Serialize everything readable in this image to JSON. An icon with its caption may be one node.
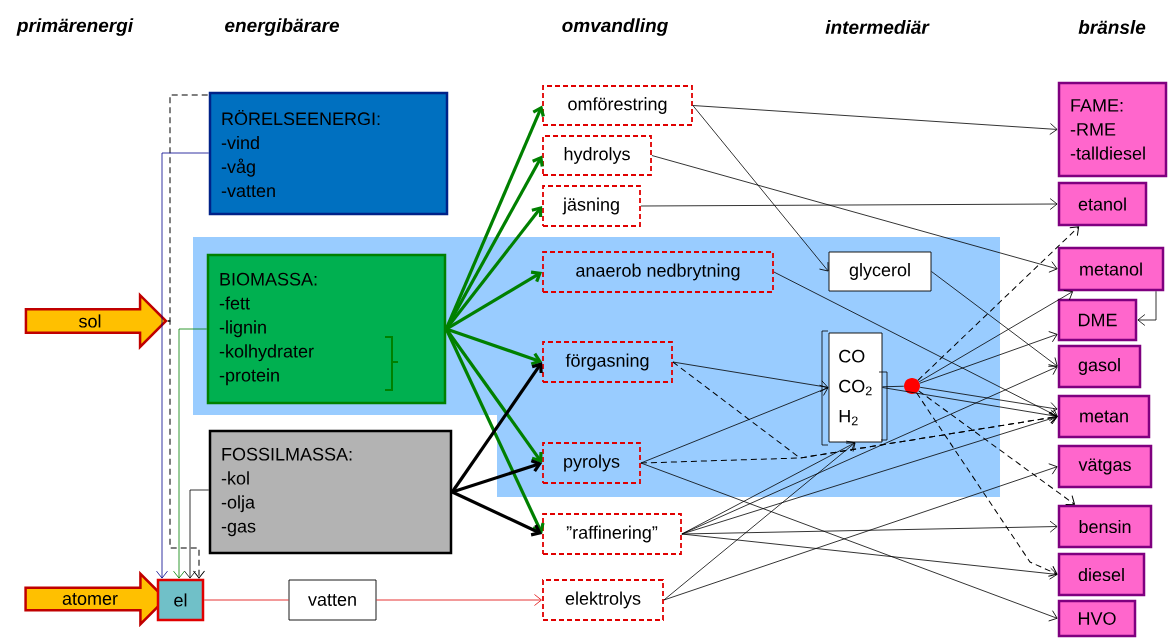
{
  "diagram": {
    "nodes": [
      {
        "text": [
          "sol"
        ]
      },
      {
        "text": [
          "atomer"
        ]
      },
      {
        "text": [
          "RÖRELSEENERGI:",
          "-vind",
          "-våg",
          "-vatten"
        ]
      },
      {
        "text": [
          "BIOMASSA:",
          "-fett",
          "-lignin",
          "-kolhydrater",
          "-protein"
        ]
      },
      {
        "text": [
          "FOSSILMASSA:",
          "-kol",
          "-olja",
          "-gas"
        ]
      },
      {
        "text": [
          "el"
        ]
      },
      {
        "text": [
          "vatten"
        ]
      },
      {
        "text": [
          "omförestring"
        ]
      },
      {
        "text": [
          "hydrolys"
        ]
      },
      {
        "text": [
          "jäsning"
        ]
      },
      {
        "text": [
          "anaerob nedbrytning"
        ]
      },
      {
        "text": [
          "förgasning"
        ]
      },
      {
        "text": [
          "pyrolys"
        ]
      },
      {
        "text": [
          "”raffinering”"
        ]
      },
      {
        "text": [
          "elektrolys"
        ]
      },
      {
        "text": [
          "glycerol"
        ]
      },
      {
        "text": [
          "CO",
          "CO$_{2}$",
          "H$_{2}$"
        ]
      },
      {
        "text": [],
        "shape": "circle"
      },
      {
        "text": [
          "FAME:",
          "-RME",
          "-talldiesel"
        ]
      },
      {
        "text": [
          "etanol"
        ]
      },
      {
        "text": [
          "metanol"
        ]
      },
      {
        "text": [
          "DME"
        ]
      },
      {
        "text": [
          "gasol"
        ]
      },
      {
        "text": [
          "metan"
        ]
      },
      {
        "text": [
          "vätgas"
        ]
      },
      {
        "text": [
          "bensin"
        ]
      },
      {
        "text": [
          "diesel"
        ]
      },
      {
        "text": [
          "HVO"
        ]
      }
    ],
    "edges": [
      {
        "from": 0,
        "to": 2,
        "arrow": "none",
        "style": "dashed"
      },
      {
        "from": 0,
        "to": 5,
        "arrow": "to",
        "style": "dashed"
      },
      {
        "from": 2,
        "to": 5,
        "arrow": "to",
        "color": "#00008b"
      },
      {
        "from": 3,
        "to": 5,
        "arrow": "to",
        "color": "#008000"
      },
      {
        "from": 4,
        "to": 5,
        "arrow": "to"
      },
      {
        "from": 5,
        "to": 6,
        "arrow": "none",
        "color": "#e00000"
      },
      {
        "from": 6,
        "to": 14,
        "arrow": "to",
        "color": "#e00000"
      },
      {
        "from": 3,
        "to": 7,
        "arrow": "to",
        "style": "thick",
        "color": "#008000"
      },
      {
        "from": 3,
        "to": 8,
        "arrow": "to",
        "style": "thick",
        "color": "#008000"
      },
      {
        "from": 3,
        "to": 9,
        "arrow": "to",
        "style": "thick",
        "color": "#008000"
      },
      {
        "from": 3,
        "to": 10,
        "arrow": "to",
        "style": "thick",
        "color": "#008000"
      },
      {
        "from": 3,
        "to": 11,
        "arrow": "to",
        "style": "thick",
        "color": "#008000"
      },
      {
        "from": 3,
        "to": 12,
        "arrow": "to",
        "style": "thick",
        "color": "#008000"
      },
      {
        "from": 3,
        "to": 13,
        "arrow": "to",
        "style": "thick",
        "color": "#008000"
      },
      {
        "from": 4,
        "to": 11,
        "arrow": "to",
        "style": "thick"
      },
      {
        "from": 4,
        "to": 12,
        "arrow": "to",
        "style": "thick"
      },
      {
        "from": 4,
        "to": 13,
        "arrow": "to",
        "style": "thick"
      },
      {
        "from": 7,
        "to": 18,
        "arrow": "to"
      },
      {
        "from": 7,
        "to": 15,
        "arrow": "to"
      },
      {
        "from": 8,
        "to": 20,
        "arrow": "to"
      },
      {
        "from": 9,
        "to": 19,
        "arrow": "to"
      },
      {
        "from": 10,
        "to": 23,
        "arrow": "to"
      },
      {
        "from": 15,
        "to": 22,
        "arrow": "to"
      },
      {
        "from": 11,
        "to": 16,
        "arrow": "to"
      },
      {
        "from": 11,
        "to": 23,
        "arrow": "to",
        "style": "dashed"
      },
      {
        "from": 12,
        "to": 16,
        "arrow": "to"
      },
      {
        "from": 12,
        "to": 23,
        "arrow": "to",
        "style": "dashed"
      },
      {
        "from": 12,
        "to": 27,
        "arrow": "to"
      },
      {
        "from": 13,
        "to": 16,
        "arrow": "to"
      },
      {
        "from": 13,
        "to": 22,
        "arrow": "to"
      },
      {
        "from": 13,
        "to": 23,
        "arrow": "to"
      },
      {
        "from": 13,
        "to": 25,
        "arrow": "to"
      },
      {
        "from": 13,
        "to": 26,
        "arrow": "to"
      },
      {
        "from": 14,
        "to": 16,
        "arrow": "to"
      },
      {
        "from": 14,
        "to": 24,
        "arrow": "to"
      },
      {
        "from": 16,
        "to": 17,
        "arrow": "none"
      },
      {
        "from": 16,
        "to": 23,
        "arrow": "to"
      },
      {
        "from": 17,
        "to": 20,
        "arrow": "to"
      },
      {
        "from": 17,
        "to": 21,
        "arrow": "to"
      },
      {
        "from": 17,
        "to": 23,
        "arrow": "to"
      },
      {
        "from": 17,
        "to": 19,
        "arrow": "to",
        "style": "dashed"
      },
      {
        "from": 17,
        "to": 25,
        "arrow": "to",
        "style": "dashed"
      },
      {
        "from": 17,
        "to": 26,
        "arrow": "to",
        "style": "dashed"
      },
      {
        "from": 20,
        "to": 21,
        "arrow": "to"
      }
    ],
    "labels": [
      "primärenergi",
      "energibärare",
      "omvandling",
      "intermediär",
      "bränsle"
    ]
  }
}
